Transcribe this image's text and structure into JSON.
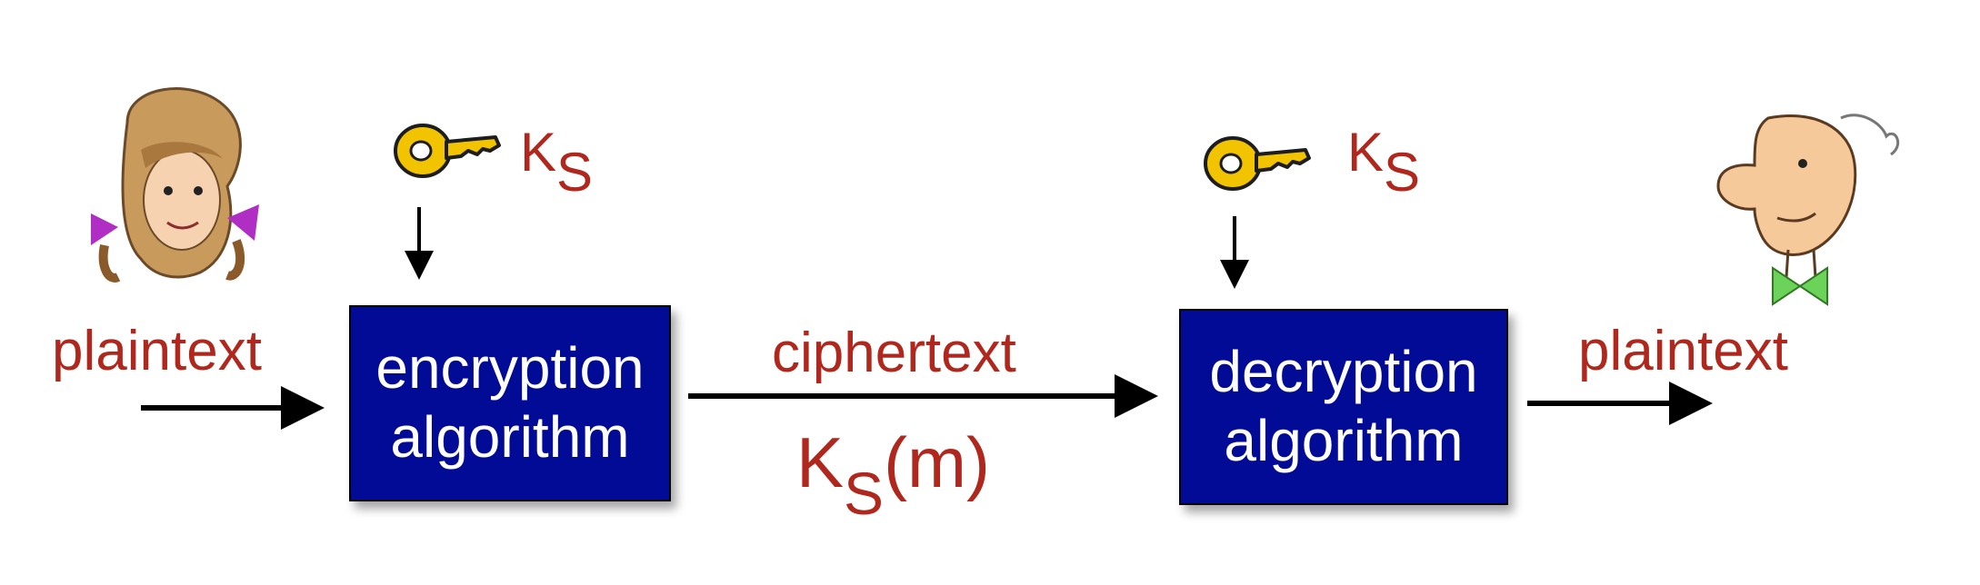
{
  "colors": {
    "label_red": "#b0271d",
    "box_blue": "#020b96",
    "arrow": "#000000",
    "key_gold": "#f2c400"
  },
  "icons": {
    "sender": "woman-face-icon",
    "receiver": "man-face-icon",
    "key": "key-icon"
  },
  "keys": {
    "encrypt": {
      "main": "K",
      "sub": "S"
    },
    "decrypt": {
      "main": "K",
      "sub": "S"
    }
  },
  "flow": {
    "input_label": "plaintext",
    "cipher_label": "ciphertext",
    "output_label": "plaintext",
    "cipher_expr": {
      "main": "K",
      "sub": "S",
      "rest": "(m)"
    }
  },
  "boxes": {
    "encryption": {
      "line1": "encryption",
      "line2": "algorithm"
    },
    "decryption": {
      "line1": "decryption",
      "line2": "algorithm"
    }
  }
}
